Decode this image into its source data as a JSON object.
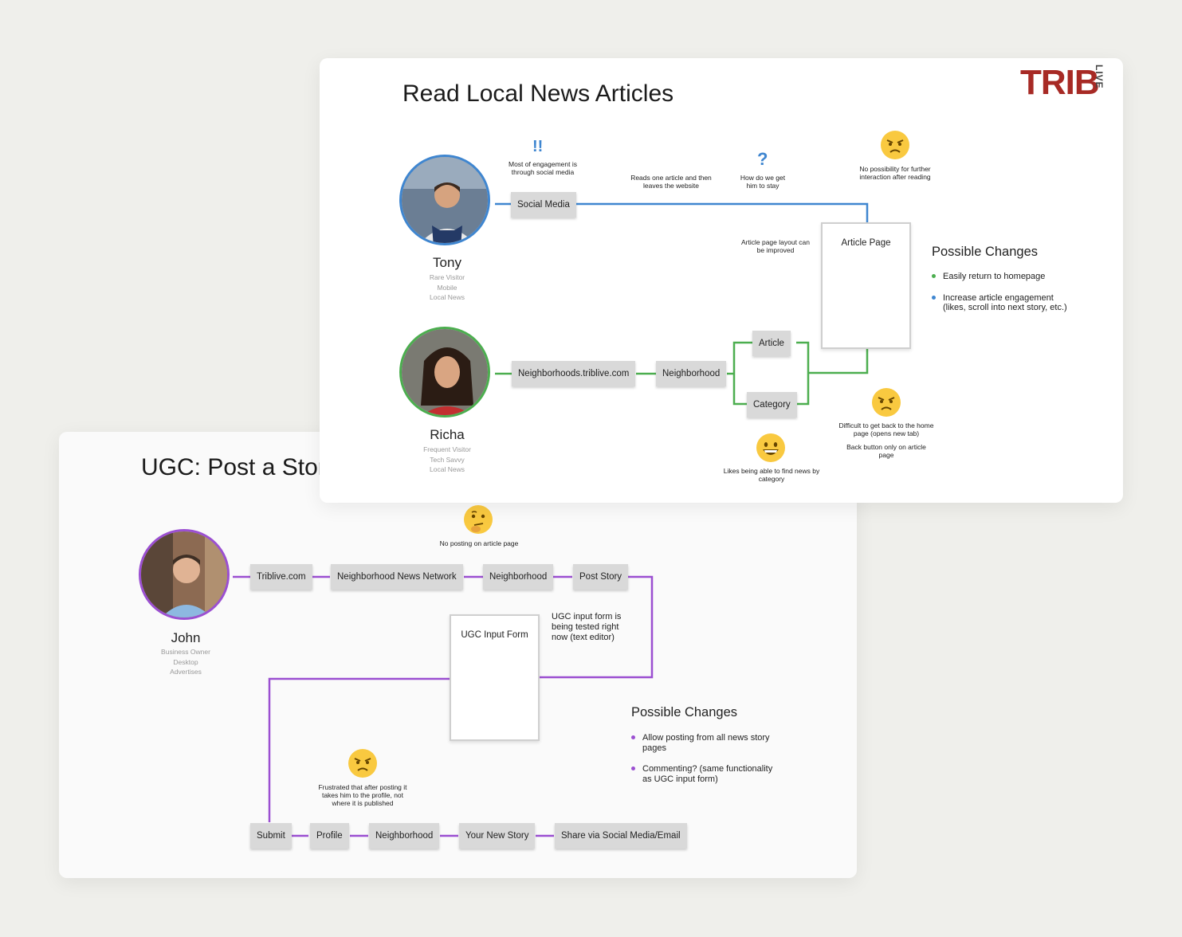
{
  "front": {
    "title": "Read Local News Articles",
    "logo": {
      "main": "TRIB",
      "sub": "LIVE",
      "color": "#a72a25"
    },
    "personas": [
      {
        "name": "Tony",
        "meta": [
          "Rare Visitor",
          "Mobile",
          "Local News"
        ],
        "color": "#3f86d0"
      },
      {
        "name": "Richa",
        "meta": [
          "Frequent Visitor",
          "Tech Savvy",
          "Local News"
        ],
        "color": "#4cae4f"
      }
    ],
    "nodes": {
      "social_media": "Social Media",
      "neighborhoods_site": "Neighborhoods.triblive.com",
      "neighborhood": "Neighborhood",
      "article": "Article",
      "category": "Category",
      "article_page": "Article Page"
    },
    "marks": {
      "exclaim": "!!",
      "question": "?"
    },
    "notes": {
      "engagement": "Most of engagement is through social media",
      "reads_one": "Reads one article and then leaves the website",
      "how_stay": "How do we get him to stay",
      "no_interaction": "No possibility for further interaction after reading",
      "layout_improve": "Article page layout can be improved",
      "difficult_back": "Difficult to get back to the home page (opens new tab)",
      "back_button": "Back button only on article page",
      "likes_category": "Likes being able to find news by category"
    },
    "possible_changes": {
      "title": "Possible Changes",
      "items": [
        {
          "text": "Easily return to homepage",
          "color": "#4cae4f"
        },
        {
          "text": "Increase article engagement (likes, scroll into next story, etc.)",
          "color": "#3f86d0"
        }
      ]
    }
  },
  "back": {
    "title": "UGC: Post a Story",
    "persona": {
      "name": "John",
      "meta": [
        "Business Owner",
        "Desktop",
        "Advertises"
      ],
      "color": "#9b4fd1"
    },
    "nodes": {
      "triblive": "Triblive.com",
      "network": "Neighborhood News Network",
      "neighborhood": "Neighborhood",
      "post_story": "Post Story",
      "ugc_form": "UGC Input Form",
      "submit": "Submit",
      "profile": "Profile",
      "neighborhood2": "Neighborhood",
      "your_story": "Your New Story",
      "share": "Share via Social Media/Email"
    },
    "notes": {
      "no_posting": "No posting on article page",
      "ugc_tested": "UGC input form is being tested right now (text editor)",
      "frustrated": "Frustrated that after posting it takes him to the profile, not where it is published"
    },
    "possible_changes": {
      "title": "Possible Changes",
      "items": [
        {
          "text": "Allow posting from all news story pages",
          "color": "#9b4fd1"
        },
        {
          "text": "Commenting? (same functionality as UGC input form)",
          "color": "#9b4fd1"
        }
      ]
    }
  }
}
